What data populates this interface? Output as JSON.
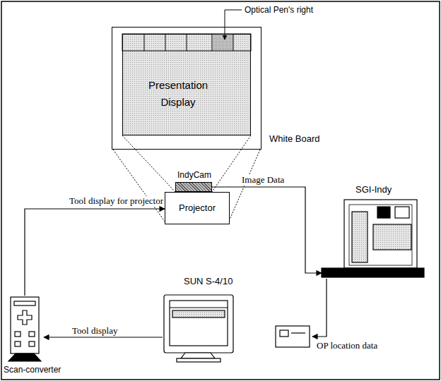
{
  "diagram": {
    "nodes": [
      {
        "text": [
          "White Board"
        ]
      },
      {
        "text": [
          "Presentation Display"
        ],
        "in": 0
      },
      {
        "text": [
          "IndyCam"
        ]
      },
      {
        "text": [
          "Projector"
        ]
      },
      {
        "text": [
          "SGI-Indy"
        ]
      },
      {
        "text": [
          "SUN S-4/10"
        ]
      },
      {
        "text": [
          "Scan-converter"
        ]
      }
    ],
    "edges": [
      {
        "from": 2,
        "to": 4,
        "label": "Image Data",
        "arrow": "to"
      },
      {
        "from": 4,
        "to": 5,
        "label": "OP location data",
        "arrow": "to"
      },
      {
        "from": 5,
        "to": 6,
        "label": "Tool display",
        "arrow": "to"
      },
      {
        "from": 6,
        "to": 3,
        "label": "Tool display for projector",
        "arrow": "to"
      }
    ],
    "labels": [
      "Optical Pen's right"
    ]
  }
}
